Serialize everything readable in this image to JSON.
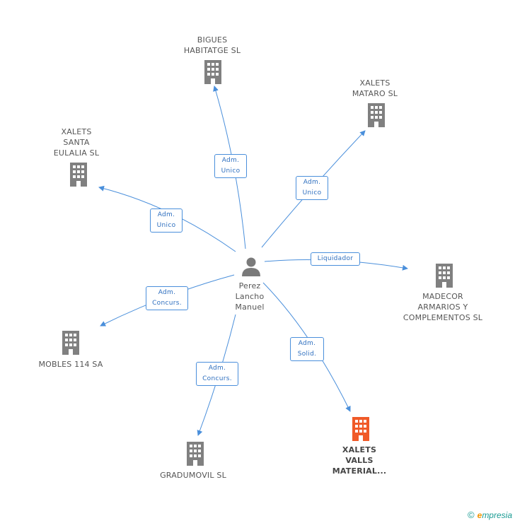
{
  "center": {
    "label_lines": [
      "Perez",
      "Lancho",
      "Manuel"
    ]
  },
  "companies": [
    {
      "id": "bigues",
      "lines": [
        "BIGUES",
        "HABITATGE SL"
      ],
      "highlight": false
    },
    {
      "id": "xalets-mataro",
      "lines": [
        "XALETS",
        "MATARO SL"
      ],
      "highlight": false
    },
    {
      "id": "xalets-santa",
      "lines": [
        "XALETS",
        "SANTA",
        "EULALIA SL"
      ],
      "highlight": false
    },
    {
      "id": "madecor",
      "lines": [
        "MADECOR",
        "ARMARIOS Y",
        "COMPLEMENTOS SL"
      ],
      "highlight": false
    },
    {
      "id": "mobles",
      "lines": [
        "MOBLES 114 SA"
      ],
      "highlight": false
    },
    {
      "id": "gradumovil",
      "lines": [
        "GRADUMOVIL SL"
      ],
      "highlight": false
    },
    {
      "id": "xalets-valls",
      "lines": [
        "XALETS",
        "VALLS",
        "MATERIAL..."
      ],
      "highlight": true
    }
  ],
  "relations": [
    {
      "to": "bigues",
      "lines": [
        "Adm.",
        "Unico"
      ]
    },
    {
      "to": "xalets-mataro",
      "lines": [
        "Adm.",
        "Unico"
      ]
    },
    {
      "to": "xalets-santa",
      "lines": [
        "Adm.",
        "Unico"
      ]
    },
    {
      "to": "madecor",
      "lines": [
        "Liquidador"
      ]
    },
    {
      "to": "mobles",
      "lines": [
        "Adm.",
        "Concurs."
      ]
    },
    {
      "to": "gradumovil",
      "lines": [
        "Adm.",
        "Concurs."
      ]
    },
    {
      "to": "xalets-valls",
      "lines": [
        "Adm.",
        "Solid."
      ]
    }
  ],
  "colors": {
    "edge": "#4a8fdb",
    "building": "#808080",
    "building_highlight": "#f05a28",
    "person": "#7a7a7a"
  },
  "footer": {
    "copyright": "©",
    "brand_initial": "e",
    "brand_rest": "mpresia"
  }
}
